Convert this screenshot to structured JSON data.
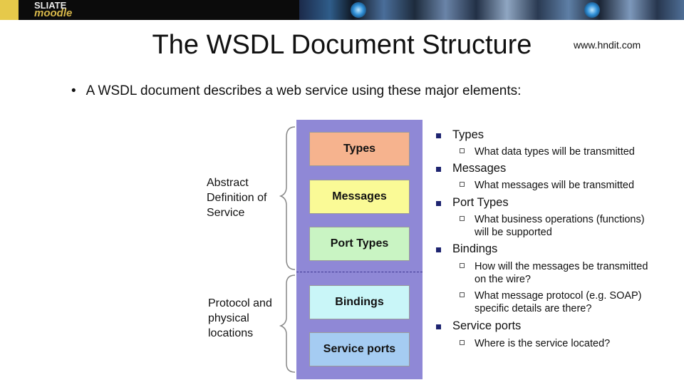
{
  "banner": {
    "logo_line1": "SLIATE",
    "logo_line2": "moodle"
  },
  "slide": {
    "title": "The WSDL Document Structure",
    "website": "www.hndit.com",
    "bullet": "A WSDL document describes a web service using these major elements:"
  },
  "diagram": {
    "boxes": [
      "Types",
      "Messages",
      "Port Types",
      "Bindings",
      "Service ports"
    ],
    "group_abstract": [
      "Abstract",
      "Definition of",
      "Service"
    ],
    "group_protocol": [
      "Protocol and",
      "physical",
      "locations"
    ]
  },
  "elements": [
    {
      "name": "Types",
      "details": [
        "What data types will be transmitted"
      ]
    },
    {
      "name": "Messages",
      "details": [
        "What messages will be transmitted"
      ]
    },
    {
      "name": "Port Types",
      "details": [
        "What business operations (functions)",
        "will be supported"
      ]
    },
    {
      "name": "Bindings",
      "details": [
        "How will the messages be transmitted",
        "on the wire?",
        "What message protocol (e.g. SOAP)",
        "specific details are there?"
      ]
    },
    {
      "name": "Service ports",
      "details": [
        "Where is the service located?"
      ]
    }
  ],
  "colors": {
    "stack": "#8f88d6",
    "types": "#f6b38e",
    "messages": "#fafa96",
    "port_types": "#c9f4c3",
    "bindings": "#c9f6f8",
    "service_ports": "#a5ccf2",
    "bullet_square": "#1e2470"
  }
}
